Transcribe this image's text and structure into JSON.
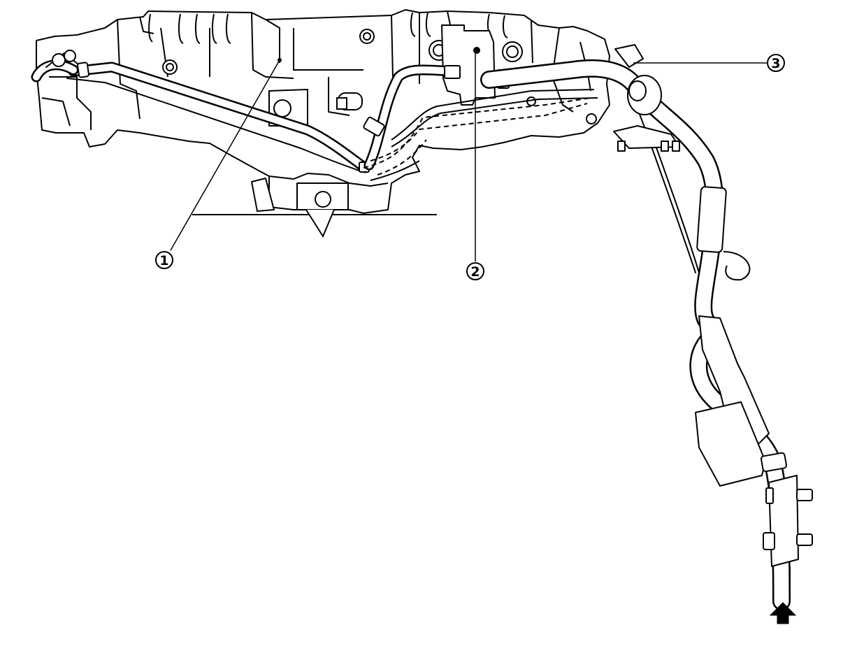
{
  "diagram": {
    "callouts": [
      {
        "id": "1",
        "label": "1"
      },
      {
        "id": "2",
        "label": "2"
      },
      {
        "id": "3",
        "label": "3"
      }
    ],
    "arrow_icon": "arrow-up-icon",
    "colors": {
      "line": "#000000",
      "background": "#ffffff"
    }
  }
}
